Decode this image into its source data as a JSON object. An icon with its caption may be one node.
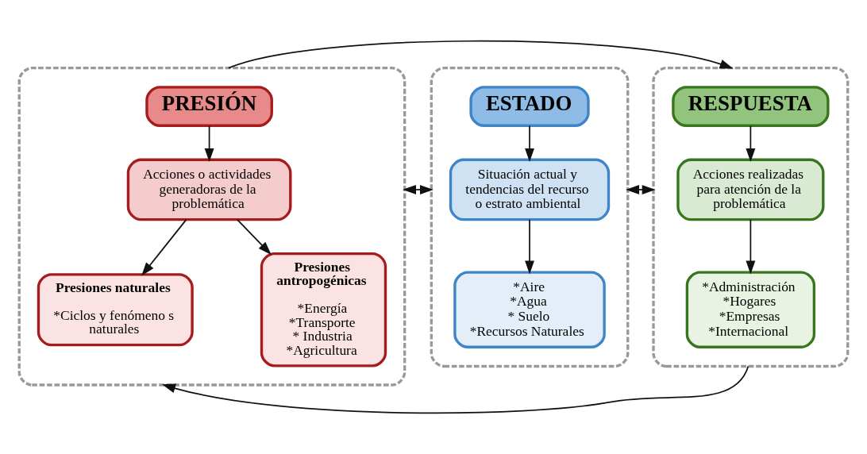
{
  "diagram": {
    "nodes": [
      {
        "text": [],
        "shape": "box"
      },
      {
        "text": [
          "PRESIÓN"
        ],
        "in": 0
      },
      {
        "text": [
          "Acciones o actividades generadoras de la problemática"
        ],
        "in": 0
      },
      {
        "text": [
          "Presiones naturales",
          "*Ciclos y fenómeno s naturales"
        ],
        "in": 0
      },
      {
        "text": [
          "Presiones antropogénicas",
          "*Energía",
          "*Transporte",
          "* Industria",
          "*Agricultura"
        ],
        "in": 0
      },
      {
        "text": [],
        "shape": "box"
      },
      {
        "text": [
          "ESTADO"
        ],
        "in": 5
      },
      {
        "text": [
          "Situación actual y tendencias del recurso o estrato ambiental"
        ],
        "in": 5
      },
      {
        "text": [
          "*Aire",
          "*Agua",
          "* Suelo",
          "*Recursos Naturales"
        ],
        "in": 5
      },
      {
        "text": [],
        "shape": "box"
      },
      {
        "text": [
          "RESPUESTA"
        ],
        "in": 9
      },
      {
        "text": [
          "Acciones realizadas para atención de la problemática"
        ],
        "in": 9
      },
      {
        "text": [
          "*Administración",
          "*Hogares",
          "*Empresas",
          "*Internacional"
        ],
        "in": 9
      }
    ],
    "edges": [
      {
        "from": 1,
        "to": 2,
        "arrow": "to"
      },
      {
        "from": 2,
        "to": 3,
        "arrow": "to"
      },
      {
        "from": 2,
        "to": 4,
        "arrow": "to"
      },
      {
        "from": 6,
        "to": 7,
        "arrow": "to"
      },
      {
        "from": 7,
        "to": 8,
        "arrow": "to"
      },
      {
        "from": 10,
        "to": 11,
        "arrow": "to"
      },
      {
        "from": 11,
        "to": 12,
        "arrow": "to"
      },
      {
        "from": 0,
        "to": 5,
        "arrow": "both"
      },
      {
        "from": 5,
        "to": 9,
        "arrow": "both"
      },
      {
        "from": 0,
        "to": 9,
        "arrow": "to"
      },
      {
        "from": 9,
        "to": 0,
        "arrow": "to"
      }
    ]
  }
}
